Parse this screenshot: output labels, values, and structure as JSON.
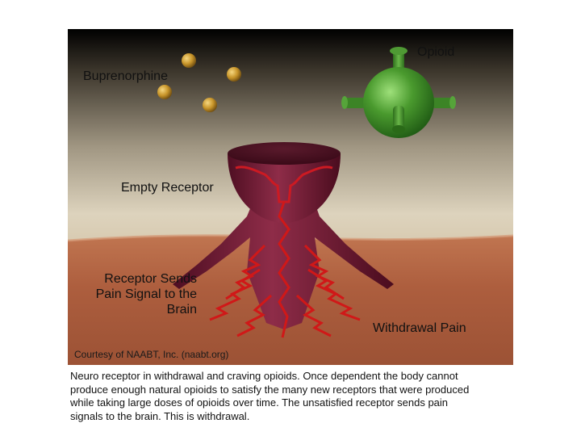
{
  "labels": {
    "opioid": "Opioid",
    "buprenorphine": "Buprenorphine",
    "empty_receptor": "Empty Receptor",
    "receptor_signal_line1": "Receptor Sends",
    "receptor_signal_line2": "Pain Signal to the",
    "receptor_signal_line3": "Brain",
    "withdrawal_pain": "Withdrawal Pain"
  },
  "credit": "Courtesy of NAABT, Inc. (naabt.org)",
  "caption": {
    "line1": "Neuro receptor in withdrawal and craving opioids. Once dependent the body cannot",
    "line2": "produce enough natural opioids to satisfy the many new receptors that were produced",
    "line3": "while taking large doses of opioids over time. The unsatisfied receptor sends pain",
    "line4": "signals to the brain. This is withdrawal."
  },
  "colors": {
    "background_top": "#000000",
    "background_mid": "#d8cdb6",
    "tissue": "#a85a3c",
    "receptor": "#7a1f3a",
    "signal": "#d01818",
    "opioid": "#3c8c28",
    "buprenorphine": "#c89a28"
  }
}
